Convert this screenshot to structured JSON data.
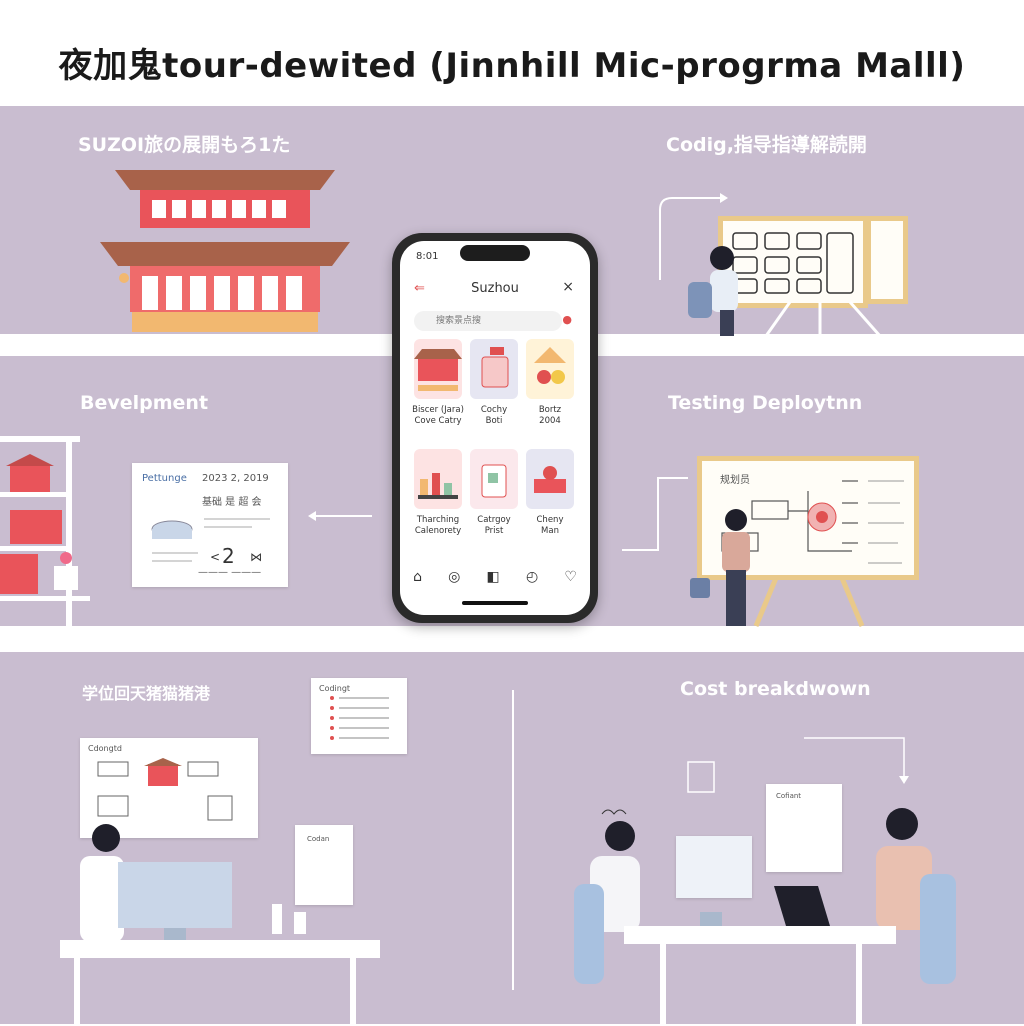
{
  "title": "夜加鬼tour-dewited (Jinnhill Mic-progrma Malll)",
  "sections": {
    "top_left": "SUZOI旅の展開もろ1た",
    "top_right": "Codig,指导指導解読開",
    "mid_left": "Bevelpment",
    "mid_right": "Testing Deploytnn",
    "bottom_left": "学位回天猪猫猪港",
    "bottom_right": "Cost breakdwown"
  },
  "phone": {
    "time": "8:01",
    "app_title": "Suzhou",
    "search_placeholder": "搜索景点搜",
    "tiles": [
      {
        "label": "Biscer (Jara)\nCove Catry"
      },
      {
        "label": "Cochy\nBoti"
      },
      {
        "label": "Bortz\n2004"
      },
      {
        "label": "Tharching\nCalenorety"
      },
      {
        "label": "Catrgoy\nPrist"
      },
      {
        "label": "Cheny\nMan"
      }
    ],
    "tabs": [
      "⌂",
      "◎",
      "◧",
      "◴",
      "♡"
    ]
  },
  "dev_doc": {
    "heading": "Pettunge",
    "date": "2023 2, 2019",
    "note": "基础 是 超 会",
    "footer": "——— ———"
  },
  "boards": {
    "testing_heading": "规划员",
    "coding_doc": "Codingt",
    "bottom_board": "Cdongtd",
    "stand_paper": "Cofiant",
    "small_paper": "Codan"
  },
  "colors": {
    "band": "#c9bdd0",
    "accent": "#e05050",
    "board_frame": "#e9c98a"
  }
}
